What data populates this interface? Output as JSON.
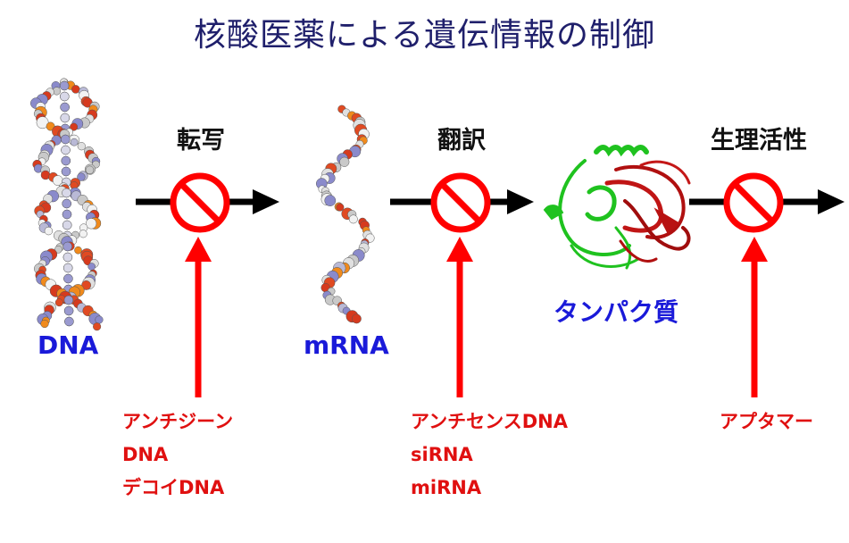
{
  "title": "核酸医薬による遺伝情報の制御",
  "steps": {
    "transcription": "転写",
    "translation": "翻訳",
    "activity": "生理活性"
  },
  "molecules": {
    "dna": "DNA",
    "mrna": "mRNA",
    "protein": "タンパク質"
  },
  "drugs": {
    "transcription": [
      "アンチジーン",
      "DNA",
      "デコイDNA"
    ],
    "translation": [
      "アンチセンスDNA",
      "siRNA",
      "miRNA"
    ],
    "activity": [
      "アプタマー"
    ]
  },
  "colors": {
    "title": "#1f1f6b",
    "molecule_label": "#1a1ad9",
    "inhibitor": "#e01010",
    "flow_arrow": "#000000"
  },
  "icons": {
    "block": "prohibition-icon",
    "dna": "dna-double-helix-model",
    "mrna": "mrna-single-helix-model",
    "protein": "protein-ribbon-model"
  }
}
